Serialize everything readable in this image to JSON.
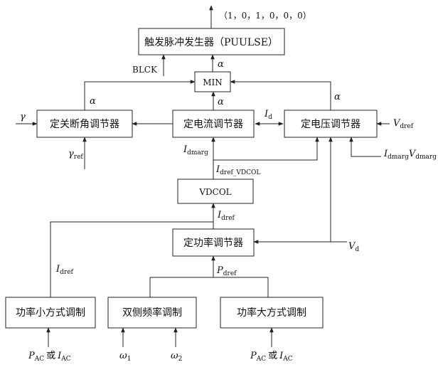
{
  "output_vector": "（1，0，1，0，0，0）",
  "blocks": {
    "pulse_generator": "触发脉冲发生器（PUULSE）",
    "min": "MIN",
    "extinction_angle": "定关断角调节器",
    "current_ctrl": "定电流调节器",
    "voltage_ctrl": "定电压调节器",
    "vdcol": "VDCOL",
    "power_ctrl": "定功率调节器",
    "power_small": "功率小方式调制",
    "dual_freq": "双侧频率调制",
    "power_large": "功率大方式调制"
  },
  "labels": {
    "blck": "BLCK",
    "alpha": "α",
    "gamma": "γ",
    "gamma_ref_main": "γ",
    "gamma_ref_sub": "ref",
    "i": "I",
    "d": "d",
    "dmarg": "dmarg",
    "dref": "dref",
    "dref_vdcol": "dref_VDCOL",
    "v": "V",
    "vdref_sub": "dref",
    "vd_sub": "d",
    "p": "P",
    "pdref_sub": "dref",
    "p_ac_sub": "AC",
    "or": "或",
    "i_ac_sub": "AC",
    "omega": "ω",
    "omega1_sub": "1",
    "omega2_sub": "2"
  }
}
